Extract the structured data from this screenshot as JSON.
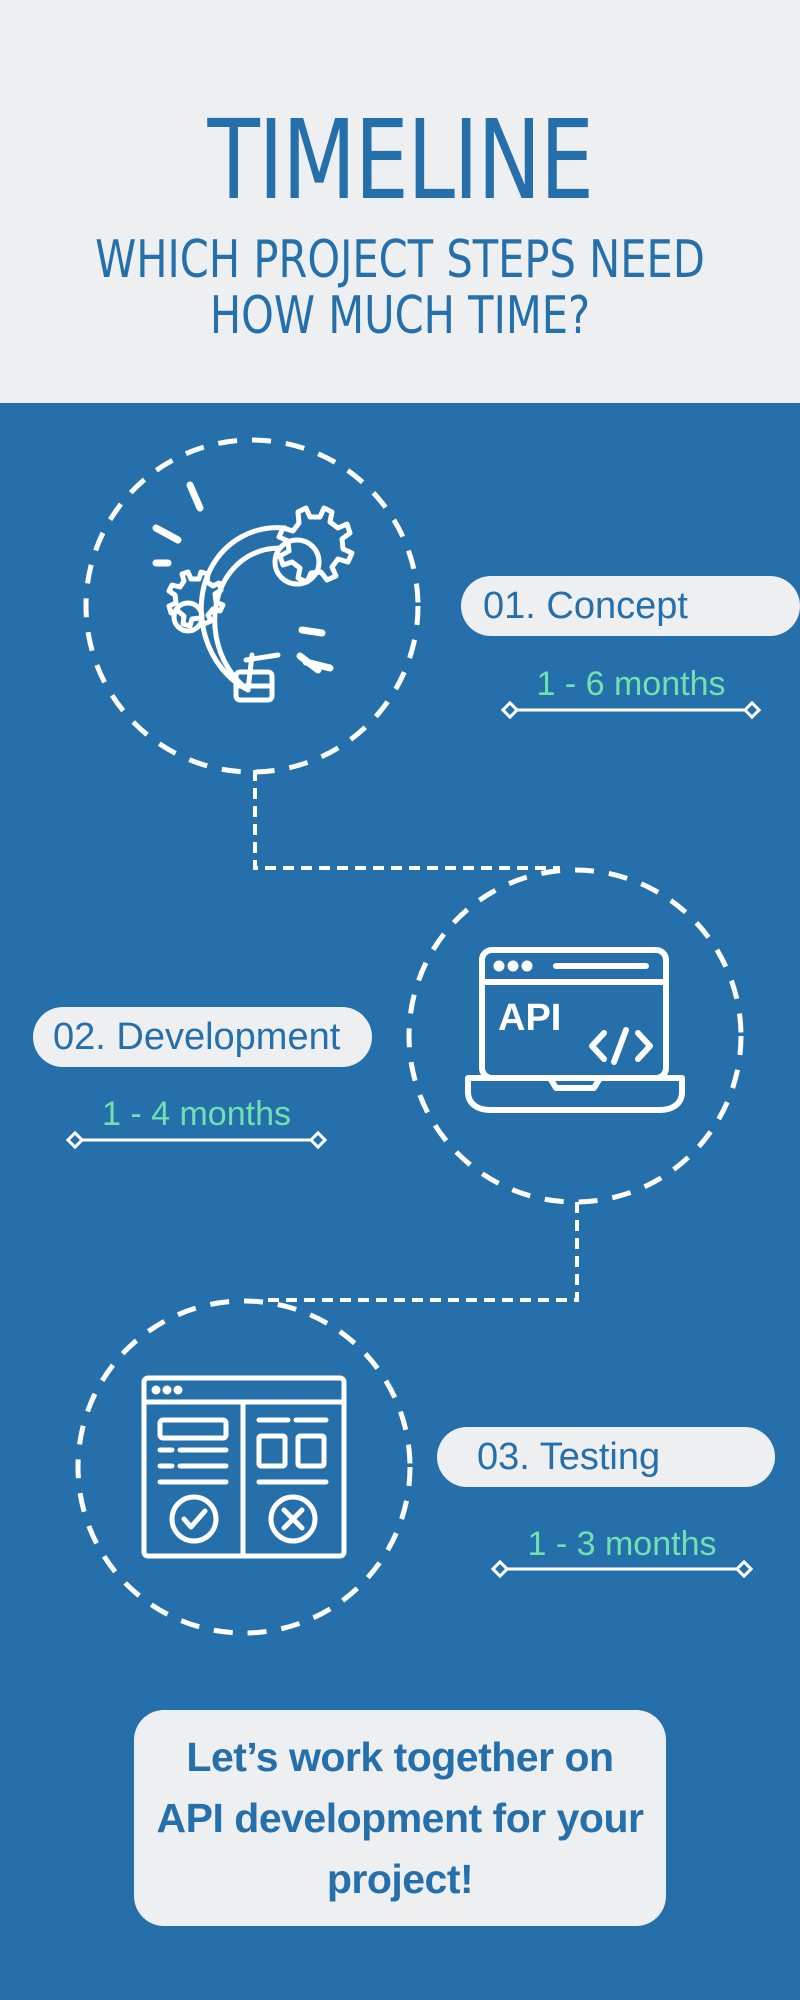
{
  "header": {
    "title": "TIMELINE",
    "subtitle_line1": "WHICH PROJECT STEPS NEED",
    "subtitle_line2": "HOW MUCH TIME?"
  },
  "steps": [
    {
      "label": "01. Concept",
      "duration": "1 - 6 months",
      "icon": "lightbulb-gears-icon"
    },
    {
      "label": "02. Development",
      "duration": "1 - 4 months",
      "icon": "laptop-api-icon",
      "icon_text": "API"
    },
    {
      "label": "03. Testing",
      "duration": "1 - 3 months",
      "icon": "test-window-icon"
    }
  ],
  "cta": {
    "text": "Let’s work together on API development for your project!"
  },
  "colors": {
    "primary": "#2570aa",
    "light": "#eeeff1",
    "accent": "#6fe0b0",
    "line": "#ffffff"
  }
}
